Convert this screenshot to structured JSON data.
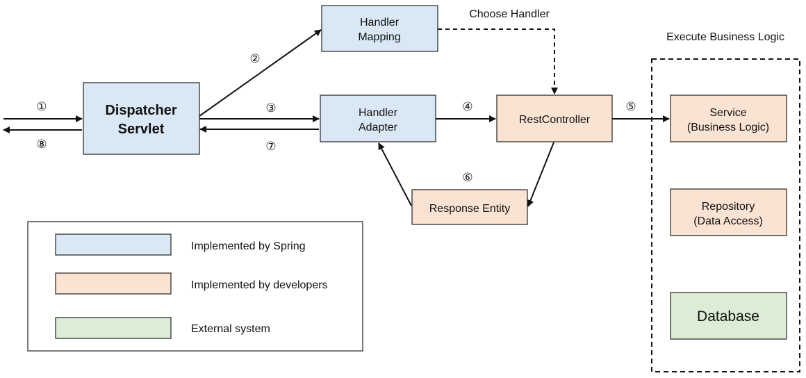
{
  "nodes": {
    "dispatcher_servlet": {
      "line1": "Dispatcher",
      "line2": "Servlet"
    },
    "handler_mapping": {
      "line1": "Handler",
      "line2": "Mapping"
    },
    "handler_adapter": {
      "line1": "Handler",
      "line2": "Adapter"
    },
    "rest_controller": {
      "label": "RestController"
    },
    "response_entity": {
      "label": "Response Entity"
    },
    "service": {
      "line1": "Service",
      "line2": "(Business Logic)"
    },
    "repository": {
      "line1": "Repository",
      "line2": "(Data Access)"
    },
    "database": {
      "label": "Database"
    }
  },
  "edge_labels": {
    "choose_handler": "Choose Handler",
    "execute_business_logic": "Execute Business Logic"
  },
  "steps": {
    "s1": "①",
    "s2": "②",
    "s3": "③",
    "s4": "④",
    "s5": "⑤",
    "s6": "⑥",
    "s7": "⑦",
    "s8": "⑧"
  },
  "legend": {
    "spring": "Implemented by Spring",
    "developers": "Implemented by developers",
    "external": "External system"
  },
  "colors": {
    "spring_fill": "#dae8f5",
    "developer_fill": "#fbe3d3",
    "external_fill": "#dcecd5"
  }
}
